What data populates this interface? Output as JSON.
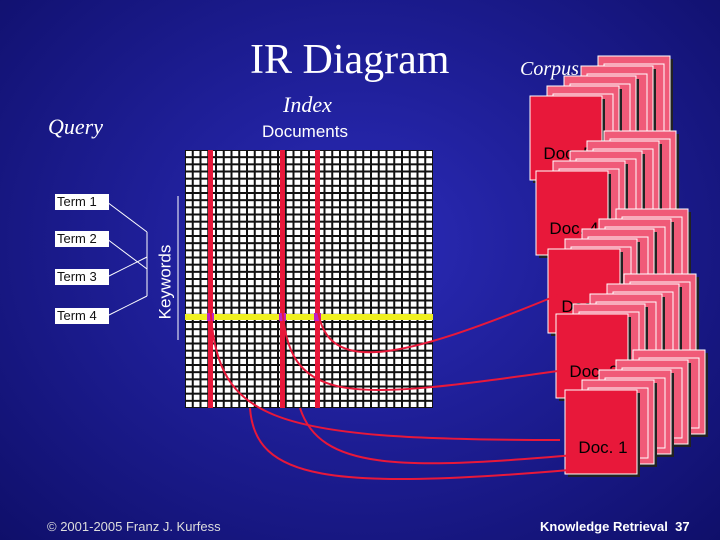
{
  "title": "IR Diagram",
  "labels": {
    "query": "Query",
    "index": "Index",
    "documents": "Documents",
    "corpus": "Corpus",
    "keywords": "Keywords"
  },
  "terms": [
    "Term 1",
    "Term 2",
    "Term 3",
    "Term 4"
  ],
  "docs": [
    "Doc. 5",
    "Doc. 4",
    "Doc. 3",
    "Doc. 2",
    "Doc. 1"
  ],
  "footer": {
    "copyright": "© 2001-2005 Franz J. Kurfess",
    "course": "Knowledge Retrieval",
    "page": "37"
  },
  "colors": {
    "background": "#1e1e96",
    "doc_red": "#e8183a",
    "doc_back": "#f05a78",
    "highlight_red": "#e8183a",
    "highlight_yellow": "#f0f020",
    "grid_cell": "#ffffff",
    "arrow": "#e8183a"
  }
}
